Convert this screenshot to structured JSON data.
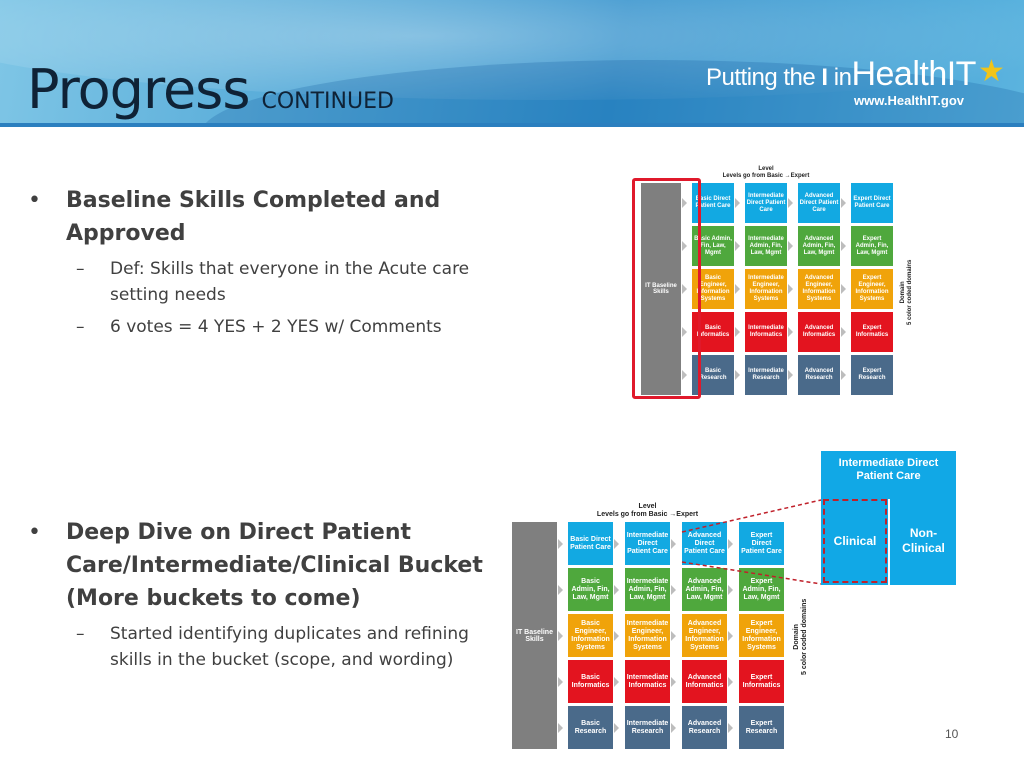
{
  "header": {
    "title": "Progress",
    "subtitle": "CONTINUED",
    "logo_text_pre": "Putting the",
    "logo_text_i": "I",
    "logo_text_in": "in",
    "logo_text_health": "HealthIT",
    "logo_url": "www.HealthIT.gov"
  },
  "bullets_top": {
    "heading": "Baseline Skills Completed and Approved",
    "sub1": "Def: Skills that everyone in the Acute care setting needs",
    "sub2": "6 votes = 4 YES + 2 YES w/ Comments"
  },
  "bullets_bottom": {
    "heading": "Deep Dive on Direct Patient Care/Intermediate/Clinical Bucket (More buckets to come)",
    "sub1": "Started identifying duplicates and refining skills in the bucket (scope, and wording)"
  },
  "matrix": {
    "level_header_1": "Level",
    "level_header_2": "Levels go from Basic →Expert",
    "domain_label_1": "Domain",
    "domain_label_2": "5 color coded domains",
    "baseline_label": "IT Baseline Skills",
    "row_colors": [
      "#12a9e2",
      "#4fa83d",
      "#f0a30a",
      "#e3141f",
      "#4a6a8a"
    ],
    "rows": [
      [
        "Basic Direct Patient Care",
        "Intermediate Direct Patient Care",
        "Advanced Direct Patient Care",
        "Expert Direct Patient Care"
      ],
      [
        "Basic Admin, Fin, Law, Mgmt",
        "Intermediate Admin, Fin, Law, Mgmt",
        "Advanced Admin, Fin, Law, Mgmt",
        "Expert Admin, Fin, Law, Mgmt"
      ],
      [
        "Basic Engineer, Information Systems",
        "Intermediate Engineer, Information Systems",
        "Advanced Engineer, Information Systems",
        "Expert Engineer, Information Systems"
      ],
      [
        "Basic Informatics",
        "Intermediate Informatics",
        "Advanced Informatics",
        "Expert Informatics"
      ],
      [
        "Basic Research",
        "Intermediate Research",
        "Advanced Research",
        "Expert Research"
      ]
    ]
  },
  "zoom": {
    "title": "Intermediate Direct Patient Care",
    "clinical": "Clinical",
    "nonclinical": "Non-Clinical"
  },
  "page_number": "10"
}
